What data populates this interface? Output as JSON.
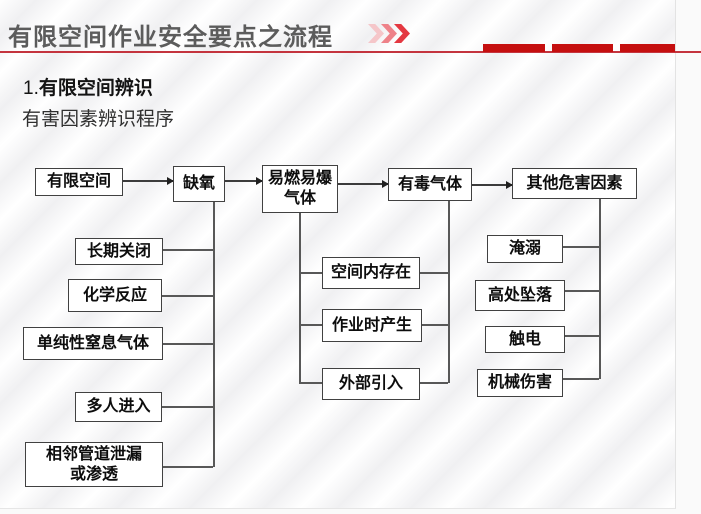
{
  "header": {
    "title": "有限空间作业安全要点之流程",
    "chevron_icon": "triple-chevron-right",
    "accent_bar_color": "#c50f0f",
    "underline_color": "#c4343e",
    "title_color": "#5c5c5c"
  },
  "section": {
    "heading_prefix": "1.",
    "heading": "有限空间辨识",
    "subheading": "有害因素辨识程序"
  },
  "flowchart": {
    "main_chain": [
      {
        "label": "有限空间"
      },
      {
        "label": "缺氧"
      },
      {
        "label": "易燃易爆\n气体"
      },
      {
        "label": "有毒气体"
      },
      {
        "label": "其他危害因素"
      }
    ],
    "oxygen_deficiency_causes": [
      {
        "label": "长期关闭"
      },
      {
        "label": "化学反应"
      },
      {
        "label": "单纯性窒息气体"
      },
      {
        "label": "多人进入"
      },
      {
        "label": "相邻管道泄漏\n或渗透"
      }
    ],
    "gas_sources": [
      {
        "label": "空间内存在"
      },
      {
        "label": "作业时产生"
      },
      {
        "label": "外部引入"
      }
    ],
    "other_hazards": [
      {
        "label": "淹溺"
      },
      {
        "label": "高处坠落"
      },
      {
        "label": "触电"
      },
      {
        "label": "机械伤害"
      }
    ]
  }
}
